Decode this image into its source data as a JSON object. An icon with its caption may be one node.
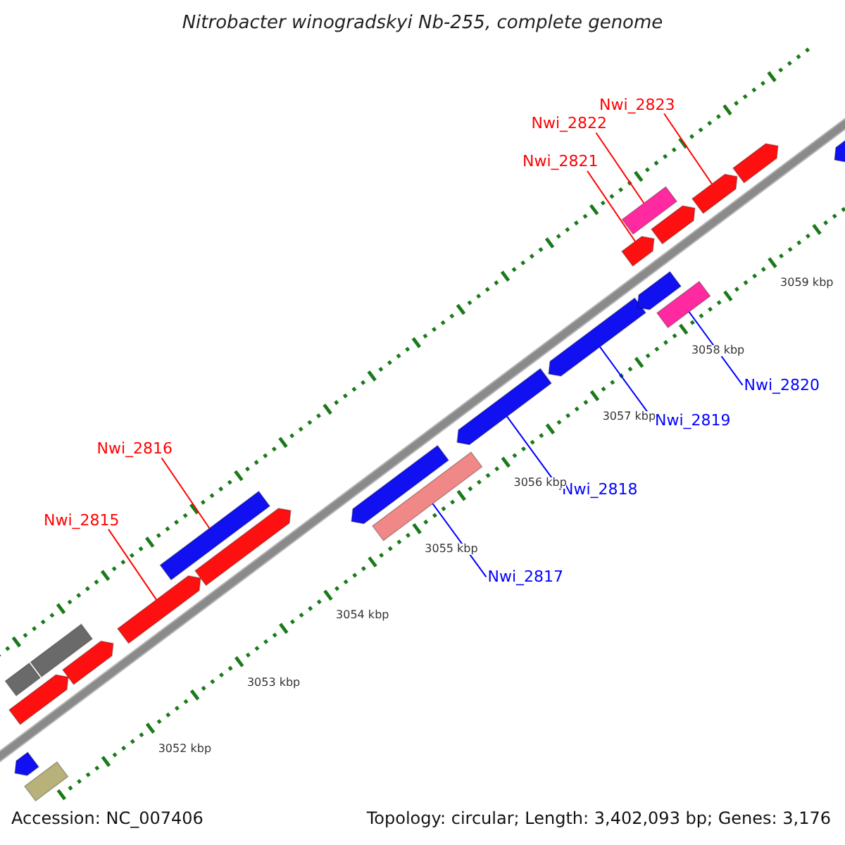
{
  "diagram": {
    "title": "Nitrobacter winogradskyi Nb-255, complete genome",
    "nodes": [
      {
        "text": [
          "Nwi_2823"
        ]
      },
      {
        "text": [
          "Nwi_2822"
        ]
      },
      {
        "text": [
          "Nwi_2821"
        ]
      },
      {
        "text": [
          "Nwi_2816"
        ]
      },
      {
        "text": [
          "Nwi_2815"
        ]
      },
      {
        "text": [
          "Nwi_2820"
        ]
      },
      {
        "text": [
          "Nwi_2819"
        ]
      },
      {
        "text": [
          "Nwi_2818"
        ]
      },
      {
        "text": [
          "Nwi_2817"
        ]
      },
      {
        "text": [],
        "shape": "pentagon"
      },
      {
        "text": [],
        "shape": "bar"
      },
      {
        "text": [],
        "shape": "bar"
      },
      {
        "text": [],
        "shape": "pentagon"
      },
      {
        "text": [],
        "shape": "bar"
      },
      {
        "text": [],
        "shape": "pentagon"
      },
      {
        "text": [],
        "shape": "pentagon"
      },
      {
        "text": [],
        "shape": "bar"
      },
      {
        "text": [],
        "shape": "pentagon"
      },
      {
        "text": [],
        "shape": "pentagon"
      },
      {
        "text": [],
        "shape": "bar"
      },
      {
        "text": [],
        "shape": "pentagon"
      },
      {
        "text": [],
        "shape": "pentagon"
      },
      {
        "text": [],
        "shape": "pentagon"
      },
      {
        "text": [],
        "shape": "bar"
      },
      {
        "text": [],
        "shape": "pentagon"
      },
      {
        "text": [],
        "shape": "bar"
      },
      {
        "text": [],
        "shape": "pentagon"
      },
      {
        "text": [],
        "shape": "pentagon"
      },
      {
        "text": [],
        "shape": "pentagon"
      },
      {
        "text": [],
        "shape": "pentagon"
      }
    ],
    "edges": [
      {
        "from": 0,
        "to": 27,
        "arrow": "none"
      },
      {
        "from": 1,
        "to": 25,
        "arrow": "none"
      },
      {
        "from": 2,
        "to": 24,
        "arrow": "none"
      },
      {
        "from": 3,
        "to": 16,
        "arrow": "none"
      },
      {
        "from": 4,
        "to": 15,
        "arrow": "none"
      },
      {
        "from": 5,
        "to": 23,
        "arrow": "none",
        "color": "#0000ff"
      },
      {
        "from": 6,
        "to": 21,
        "arrow": "none",
        "color": "#0000ff"
      },
      {
        "from": 7,
        "to": 20,
        "arrow": "none",
        "color": "#0000ff"
      },
      {
        "from": 8,
        "to": 19,
        "arrow": "none",
        "color": "#0000ff"
      }
    ],
    "labels": [
      "3052 kbp",
      "3053 kbp",
      "3054 kbp",
      "3055 kbp",
      "3056 kbp",
      "3057 kbp",
      "3058 kbp",
      "3059 kbp",
      "Accession: NC_007406",
      "Topology: circular; Length: 3,402,093 bp; Genes: 3,176"
    ]
  }
}
